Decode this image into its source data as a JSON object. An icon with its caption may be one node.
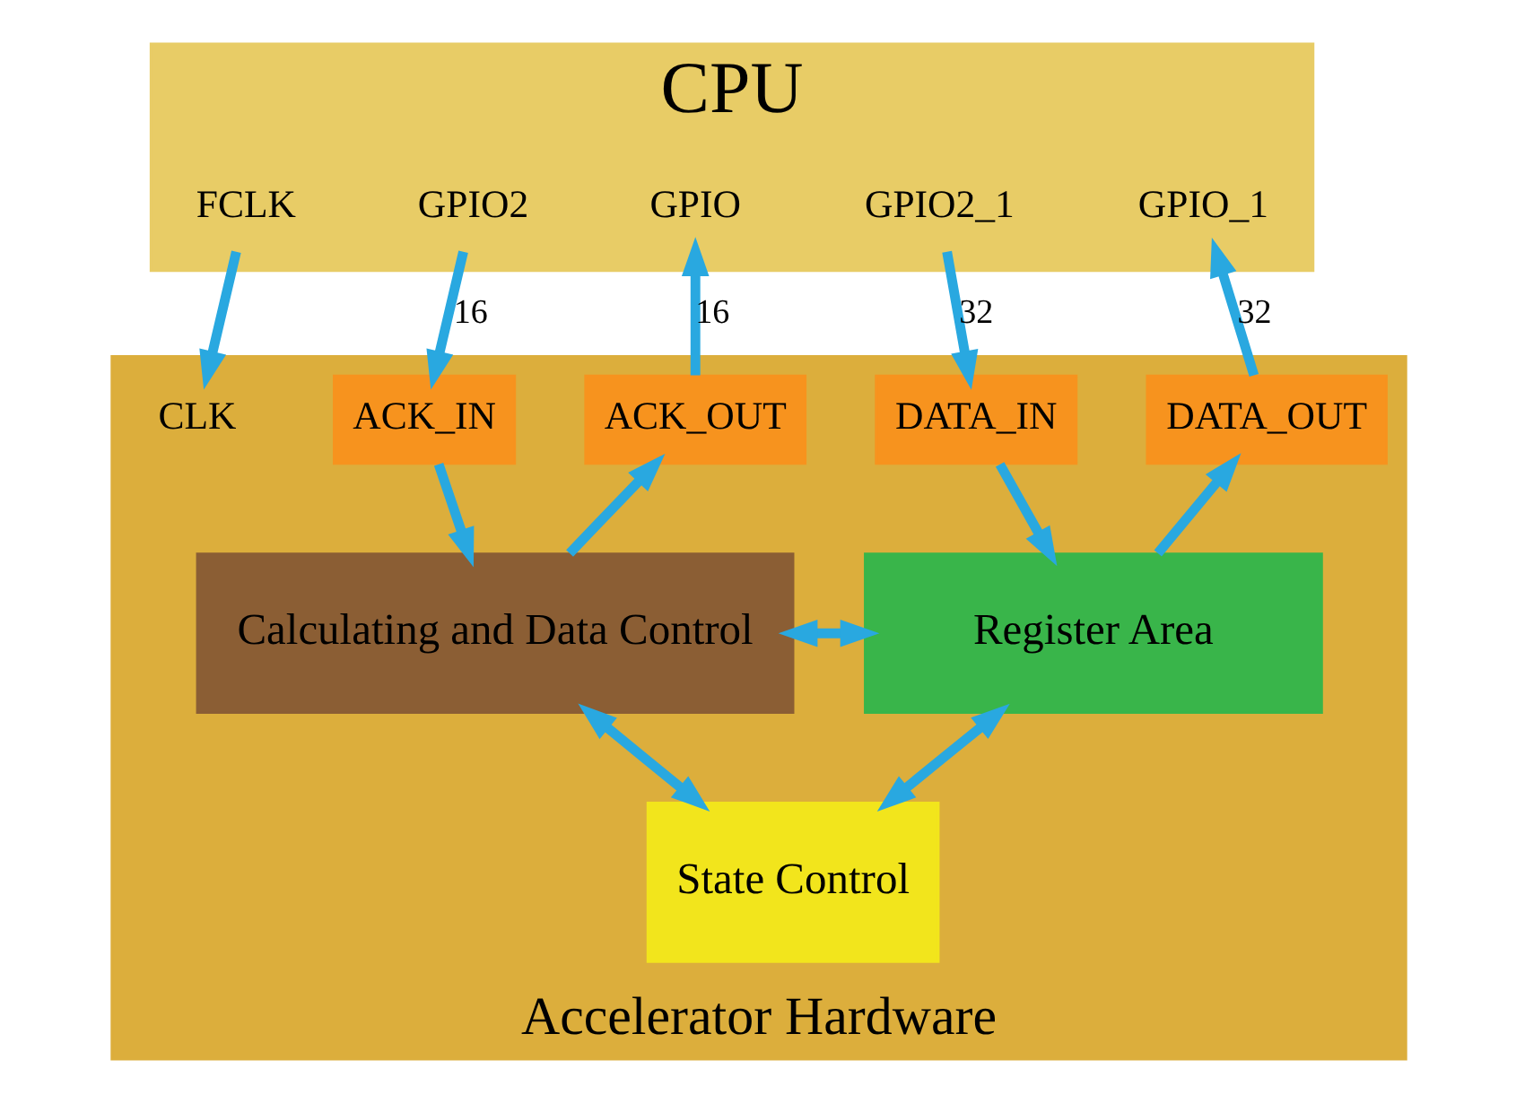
{
  "diagram": {
    "nodes": [
      {
        "text": [
          "CPU"
        ]
      },
      {
        "text": [
          "FCLK"
        ],
        "in": 0
      },
      {
        "text": [
          "GPIO2"
        ],
        "in": 0
      },
      {
        "text": [
          "GPIO"
        ],
        "in": 0
      },
      {
        "text": [
          "GPIO2_1"
        ],
        "in": 0
      },
      {
        "text": [
          "GPIO_1"
        ],
        "in": 0
      },
      {
        "text": [
          "Accelerator Hardware"
        ]
      },
      {
        "text": [
          "CLK"
        ],
        "in": 6
      },
      {
        "text": [
          "ACK_IN"
        ],
        "in": 6
      },
      {
        "text": [
          "ACK_OUT"
        ],
        "in": 6
      },
      {
        "text": [
          "DATA_IN"
        ],
        "in": 6
      },
      {
        "text": [
          "DATA_OUT"
        ],
        "in": 6
      },
      {
        "text": [
          "Calculating and Data Control"
        ],
        "in": 6
      },
      {
        "text": [
          "Register Area"
        ],
        "in": 6
      },
      {
        "text": [
          "State Control"
        ],
        "in": 6
      }
    ],
    "edges": [
      {
        "from": 1,
        "to": 7,
        "arrow": "to"
      },
      {
        "from": 2,
        "to": 8,
        "arrow": "to",
        "label": "16"
      },
      {
        "from": 9,
        "to": 3,
        "arrow": "to",
        "label": "16"
      },
      {
        "from": 4,
        "to": 10,
        "arrow": "to",
        "label": "32"
      },
      {
        "from": 11,
        "to": 5,
        "arrow": "to",
        "label": "32"
      },
      {
        "from": 8,
        "to": 12,
        "arrow": "to"
      },
      {
        "from": 12,
        "to": 9,
        "arrow": "to"
      },
      {
        "from": 10,
        "to": 13,
        "arrow": "to"
      },
      {
        "from": 13,
        "to": 11,
        "arrow": "to"
      },
      {
        "from": 12,
        "to": 13,
        "arrow": "both"
      },
      {
        "from": 12,
        "to": 14,
        "arrow": "both"
      },
      {
        "from": 13,
        "to": 14,
        "arrow": "both"
      }
    ]
  }
}
